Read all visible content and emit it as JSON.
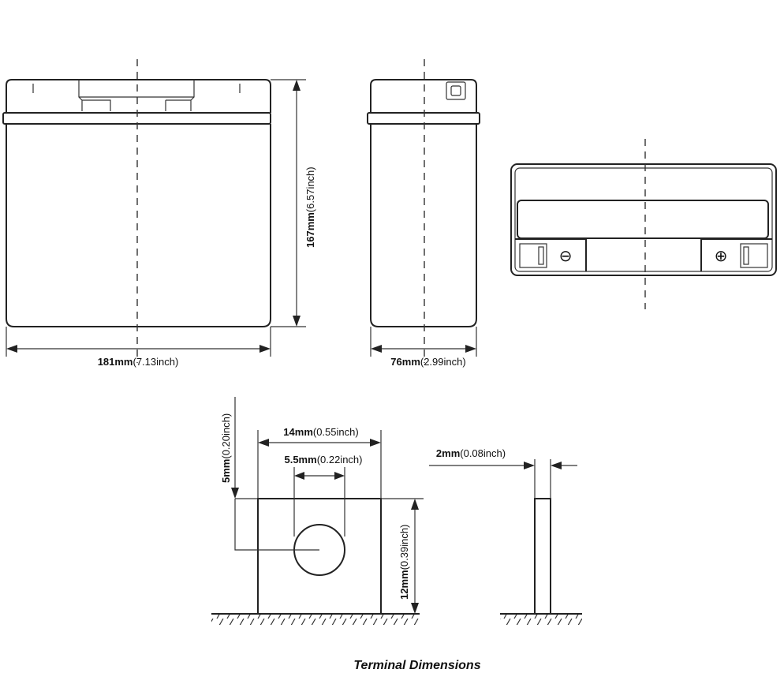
{
  "dimensions": {
    "length_value": "181mm",
    "length_unit": "(7.13inch)",
    "height_value": "167mm",
    "height_unit": "(6.57inch)",
    "width_value": "76mm",
    "width_unit": "(2.99inch)"
  },
  "terminal": {
    "tab_width_value": "14mm",
    "tab_width_unit": "(0.55inch)",
    "hole_value": "5.5mm",
    "hole_unit": "(0.22inch)",
    "hole_offset_value": "5mm",
    "hole_offset_unit": "(0.20inch)",
    "tab_height_value": "12mm",
    "tab_height_unit": "(0.39inch)",
    "thickness_value": "2mm",
    "thickness_unit": "(0.08inch)",
    "caption": "Terminal Dimensions"
  },
  "polarity": {
    "negative_symbol": "⊖",
    "positive_symbol": "⊕"
  }
}
